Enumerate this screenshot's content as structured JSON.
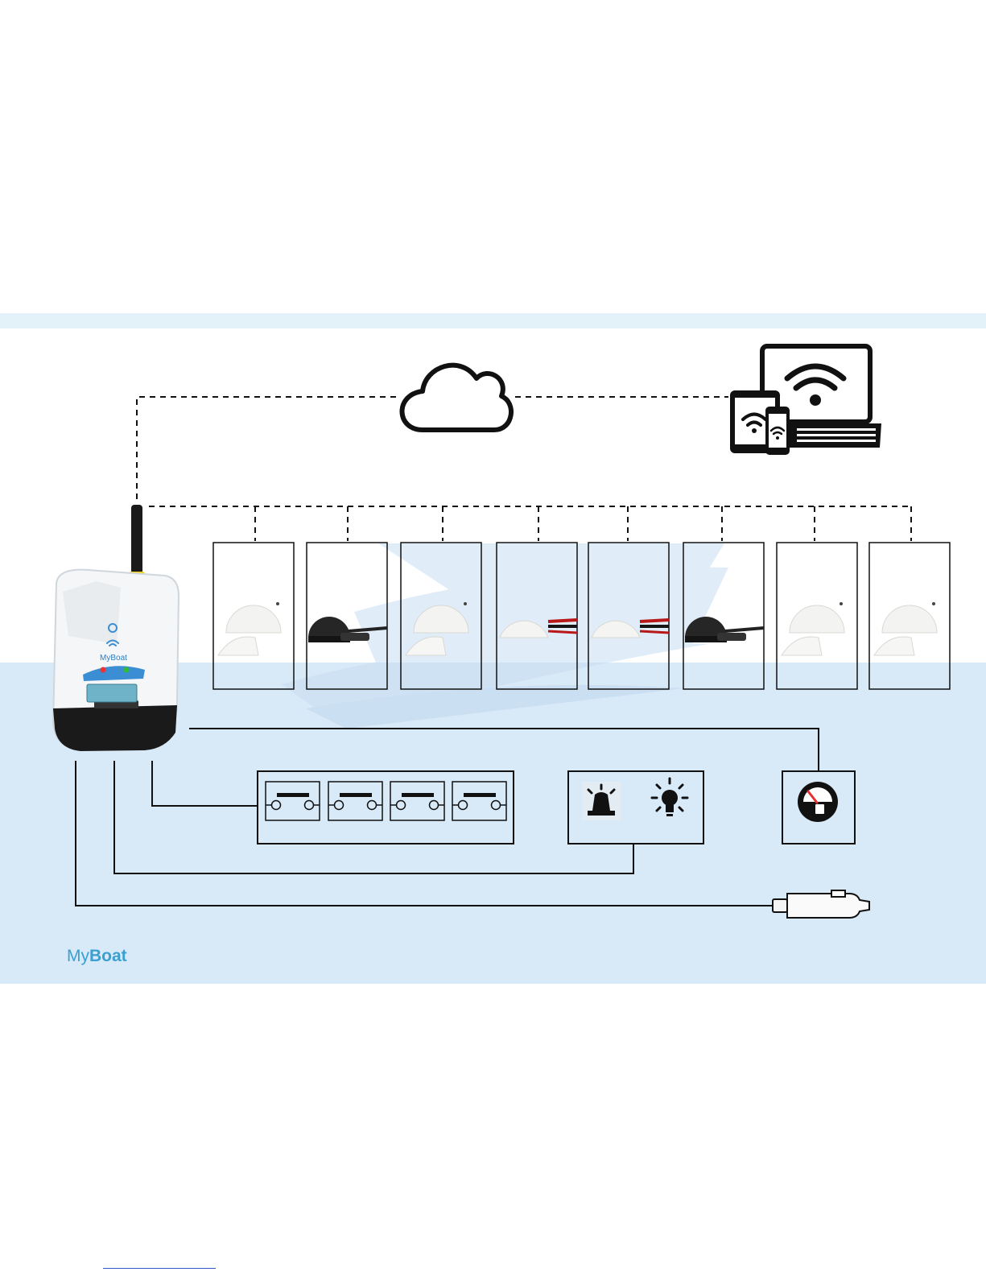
{
  "brand": {
    "word1": "My",
    "word2": "Boat"
  },
  "device": {
    "label": "MyBoat"
  },
  "colors": {
    "band": "#e2f2f8",
    "panel": "#d8e9f7",
    "brand_blue": "#3a9fd1",
    "line": "#111111"
  },
  "sensors": [
    {
      "icon": "white-dome-sensor-icon"
    },
    {
      "icon": "black-dome-sensor-icon"
    },
    {
      "icon": "white-dome-sensor-icon"
    },
    {
      "icon": "wired-white-sensor-icon"
    },
    {
      "icon": "wired-white-sensor-icon"
    },
    {
      "icon": "black-dome-sensor-icon"
    },
    {
      "icon": "white-dome-sensor-icon"
    },
    {
      "icon": "white-dome-sensor-icon"
    }
  ],
  "switches": [
    {
      "icon": "switch-icon"
    },
    {
      "icon": "switch-icon"
    },
    {
      "icon": "switch-icon"
    },
    {
      "icon": "switch-icon"
    }
  ],
  "outputs": [
    {
      "icon": "siren-icon"
    },
    {
      "icon": "light-bulb-icon"
    }
  ],
  "gauge": {
    "icon": "fuel-gauge-icon"
  },
  "power": {
    "icon": "cigarette-plug-icon"
  },
  "cloud": {
    "icon": "cloud-icon"
  },
  "devices": {
    "icon": "devices-wifi-icon"
  }
}
